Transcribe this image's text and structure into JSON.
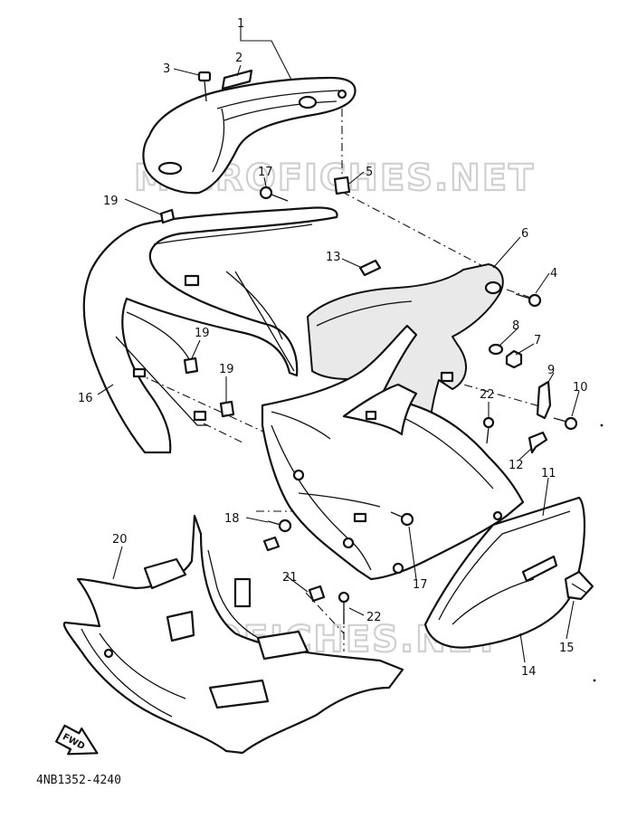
{
  "diagram": {
    "drawing_code": "4NB1352-4240",
    "watermark": "MICROFICHES.NET",
    "fwd_label": "FWD",
    "callouts": [
      {
        "id": "1",
        "num": "1"
      },
      {
        "id": "2",
        "num": "2"
      },
      {
        "id": "3",
        "num": "3"
      },
      {
        "id": "4",
        "num": "4"
      },
      {
        "id": "5",
        "num": "5"
      },
      {
        "id": "6",
        "num": "6"
      },
      {
        "id": "7",
        "num": "7"
      },
      {
        "id": "8",
        "num": "8"
      },
      {
        "id": "9",
        "num": "9"
      },
      {
        "id": "10",
        "num": "10"
      },
      {
        "id": "11",
        "num": "11"
      },
      {
        "id": "12",
        "num": "12"
      },
      {
        "id": "13",
        "num": "13"
      },
      {
        "id": "14",
        "num": "14"
      },
      {
        "id": "15",
        "num": "15"
      },
      {
        "id": "16",
        "num": "16"
      },
      {
        "id": "17a",
        "num": "17"
      },
      {
        "id": "17b",
        "num": "17"
      },
      {
        "id": "18",
        "num": "18"
      },
      {
        "id": "19a",
        "num": "19"
      },
      {
        "id": "19b",
        "num": "19"
      },
      {
        "id": "19c",
        "num": "19"
      },
      {
        "id": "20",
        "num": "20"
      },
      {
        "id": "21",
        "num": "21"
      },
      {
        "id": "22a",
        "num": "22"
      },
      {
        "id": "22b",
        "num": "22"
      }
    ]
  }
}
